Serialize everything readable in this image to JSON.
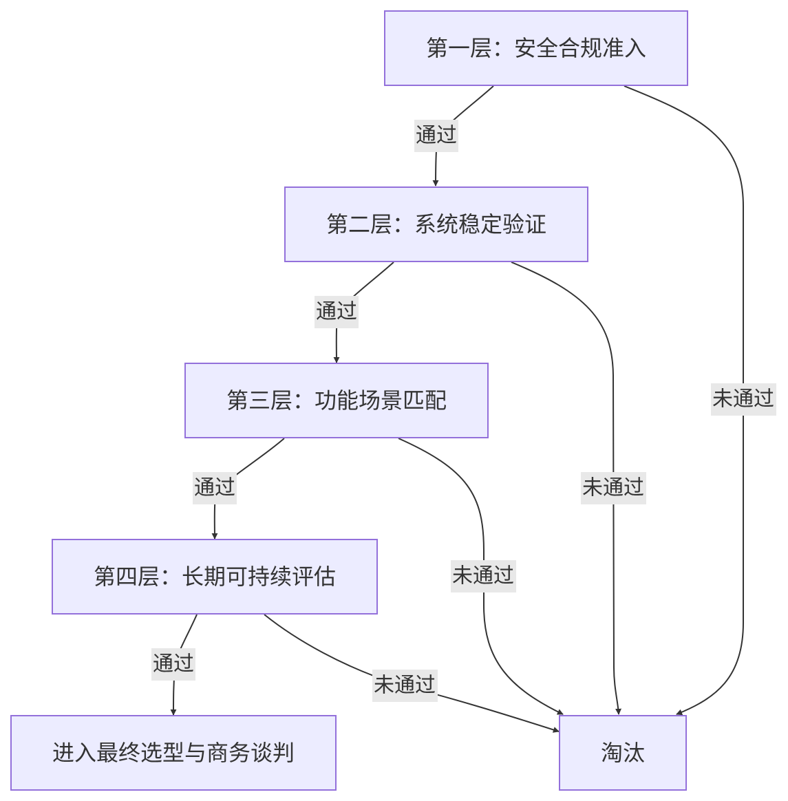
{
  "nodes": {
    "layer1": "第一层：安全合规准入",
    "layer2": "第二层：系统稳定验证",
    "layer3": "第三层：功能场景匹配",
    "layer4": "第四层：长期可持续评估",
    "final": "进入最终选型与商务谈判",
    "eliminated": "淘汰"
  },
  "edges": {
    "layer1_to_layer2": "通过",
    "layer1_to_eliminated": "未通过",
    "layer2_to_layer3": "通过",
    "layer2_to_eliminated": "未通过",
    "layer3_to_layer4": "通过",
    "layer3_to_eliminated": "未通过",
    "layer4_to_final": "通过",
    "layer4_to_eliminated": "未通过"
  }
}
